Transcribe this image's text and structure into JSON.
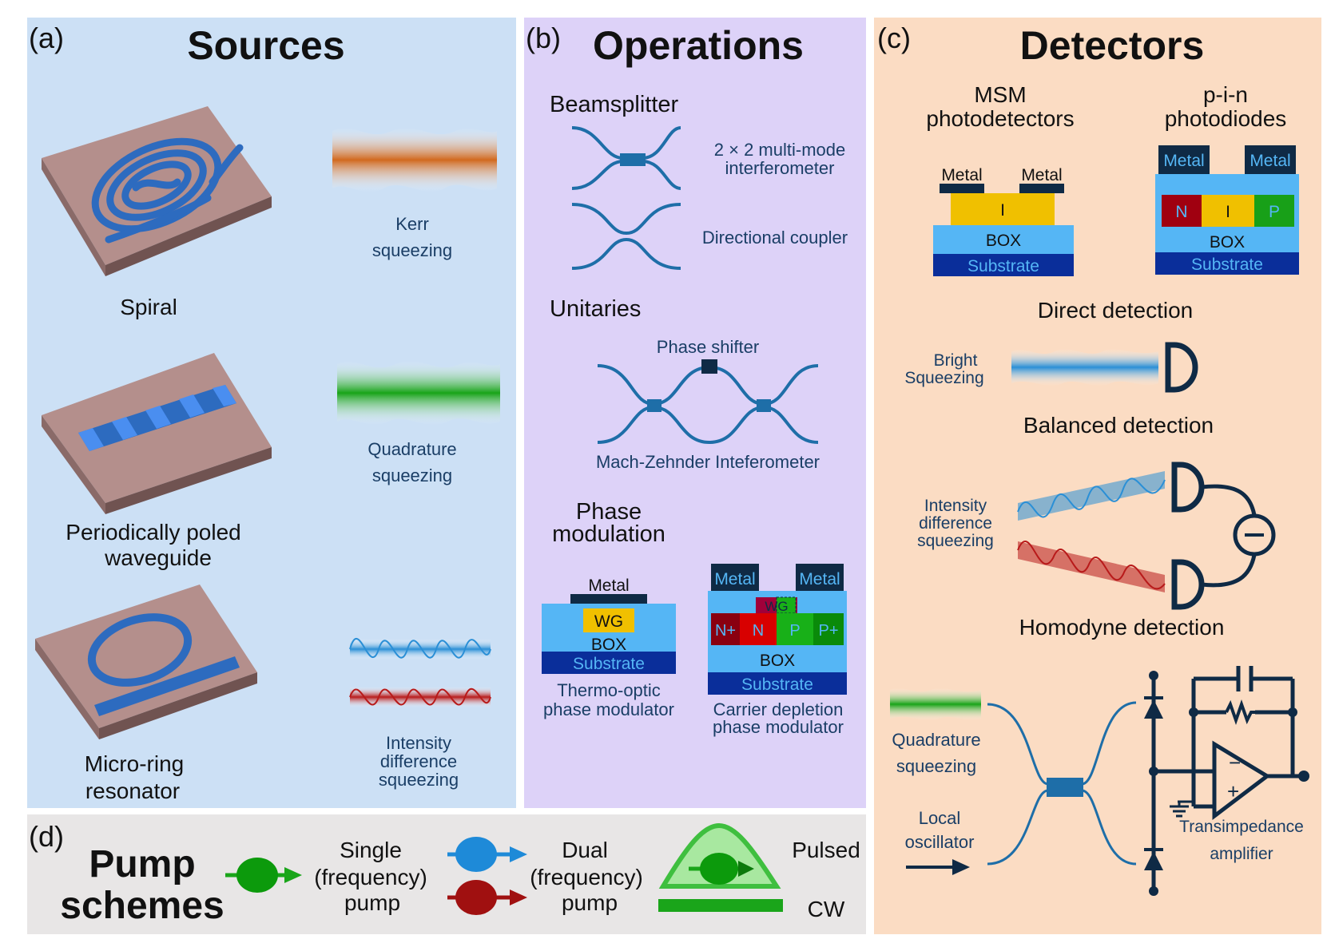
{
  "panel_a": {
    "letter": "(a)",
    "title": "Sources",
    "chip_spiral": "Spiral",
    "chip_ppln_line1": "Periodically poled",
    "chip_ppln_line2": "waveguide",
    "chip_ring_line1": "Micro-ring",
    "chip_ring_line2": "resonator",
    "kerr_line1": "Kerr",
    "kerr_line2": "squeezing",
    "quad_line1": "Quadrature",
    "quad_line2": "squeezing",
    "idiff_line1": "Intensity",
    "idiff_line2": "difference",
    "idiff_line3": "squeezing"
  },
  "panel_b": {
    "letter": "(b)",
    "title": "Operations",
    "beamsplitter": "Beamsplitter",
    "mmi_line1": "2 × 2 multi-mode",
    "mmi_line2": "interferometer",
    "dc": "Directional coupler",
    "unitaries": "Unitaries",
    "phase_shifter": "Phase shifter",
    "mzi": "Mach-Zehnder Inteferometer",
    "phase_mod_line1": "Phase",
    "phase_mod_line2": "modulation",
    "thermo_metal": "Metal",
    "thermo_wg": "WG",
    "thermo_box": "BOX",
    "thermo_substrate": "Substrate",
    "thermo_line1": "Thermo-optic",
    "thermo_line2": "phase modulator",
    "cd_metal_left": "Metal",
    "cd_metal_right": "Metal",
    "cd_wg": "WG",
    "cd_nplus": "N+",
    "cd_n": "N",
    "cd_p": "P",
    "cd_pplus": "P+",
    "cd_box": "BOX",
    "cd_substrate": "Substrate",
    "cd_line1": "Carrier depletion",
    "cd_line2": "phase modulator"
  },
  "panel_c": {
    "letter": "(c)",
    "title": "Detectors",
    "msm_line1": "MSM",
    "msm_line2": "photodetectors",
    "msm_metal_left": "Metal",
    "msm_metal_right": "Metal",
    "msm_i": "I",
    "msm_box": "BOX",
    "msm_substrate": "Substrate",
    "pin_line1": "p-i-n",
    "pin_line2": "photodiodes",
    "pin_metal_left": "Metal",
    "pin_metal_right": "Metal",
    "pin_n": "N",
    "pin_i": "I",
    "pin_p": "P",
    "pin_box": "BOX",
    "pin_substrate": "Substrate",
    "direct": "Direct detection",
    "bright_line1": "Bright",
    "bright_line2": "Squeezing",
    "balanced": "Balanced detection",
    "bal_line1": "Intensity",
    "bal_line2": "difference",
    "bal_line3": "squeezing",
    "homodyne": "Homodyne detection",
    "hom_quad_line1": "Quadrature",
    "hom_quad_line2": "squeezing",
    "lo_line1": "Local",
    "lo_line2": "oscillator",
    "tia_line1": "Transimpedance",
    "tia_line2": "amplifier"
  },
  "panel_d": {
    "letter": "(d)",
    "title_line1": "Pump",
    "title_line2": "schemes",
    "single_line1": "Single",
    "single_line2": "(frequency)",
    "single_line3": "pump",
    "dual_line1": "Dual",
    "dual_line2": "(frequency)",
    "dual_line3": "pump",
    "pulsed": "Pulsed",
    "cw": "CW"
  },
  "colors": {
    "sources_bg": "#cce0f5",
    "operations_bg": "#ddd2f8",
    "detectors_bg": "#fbdcc3",
    "pump_bg": "#e8e6e6",
    "waveguide": "#2d6bbf",
    "wire": "#1e6ea8",
    "dark": "#0f2a45",
    "green": "#1aa51a",
    "red": "#a01010",
    "blue_pump": "#1e8ad8"
  }
}
